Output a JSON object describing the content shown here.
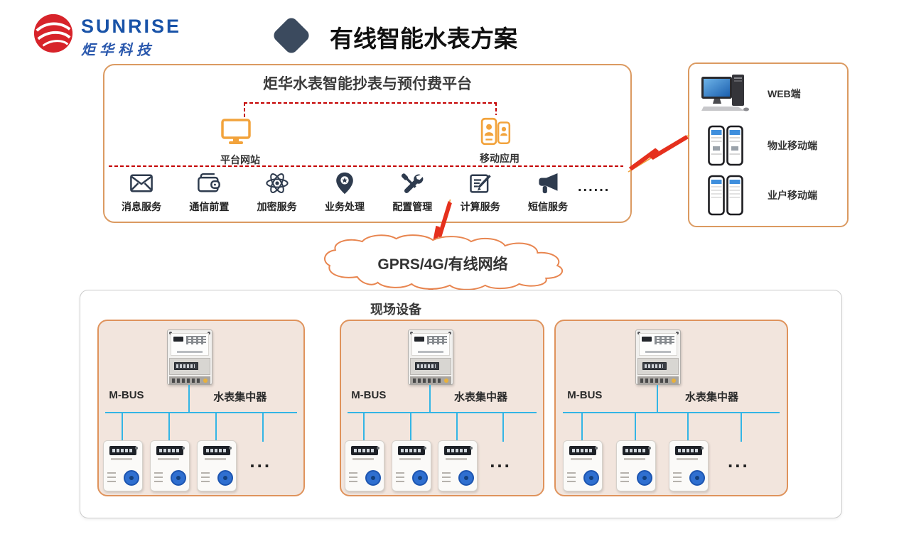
{
  "header": {
    "brand": "SUNRISE",
    "brand_sub": "炬华科技",
    "title": "有线智能水表方案"
  },
  "platform": {
    "title": "炬华水表智能抄表与预付费平台",
    "nodes": [
      {
        "label": "平台网站",
        "icon": "monitor-icon"
      },
      {
        "label": "移动应用",
        "icon": "mobile-app-icon"
      }
    ],
    "services": [
      {
        "label": "消息服务",
        "icon": "envelope-icon"
      },
      {
        "label": "通信前置",
        "icon": "wallet-icon"
      },
      {
        "label": "加密服务",
        "icon": "atom-icon"
      },
      {
        "label": "业务处理",
        "icon": "map-pin-icon"
      },
      {
        "label": "配置管理",
        "icon": "tools-icon"
      },
      {
        "label": "计算服务",
        "icon": "document-pen-icon"
      },
      {
        "label": "短信服务",
        "icon": "megaphone-icon"
      }
    ],
    "services_ellipsis": "......"
  },
  "clients": {
    "items": [
      {
        "label": "WEB端",
        "icon": "desktop-computer"
      },
      {
        "label": "物业移动端",
        "icon": "dual-phones"
      },
      {
        "label": "业户移动端",
        "icon": "dual-phones"
      }
    ]
  },
  "network": {
    "cloud_label": "GPRS/4G/有线网络"
  },
  "field": {
    "title": "现场设备",
    "groups": [
      {
        "bus_label": "M-BUS",
        "device_label": "水表集中器",
        "ellipsis": "..."
      },
      {
        "bus_label": "M-BUS",
        "device_label": "水表集中器",
        "ellipsis": "..."
      },
      {
        "bus_label": "M-BUS",
        "device_label": "水表集中器",
        "ellipsis": "..."
      }
    ]
  },
  "colors": {
    "accent_orange_border": "#db9a61",
    "group_bg": "#f2e5dd",
    "group_border": "#df935c",
    "dashed_red": "#c40000",
    "bus_cyan": "#33b5e5",
    "icon_navy": "#2e3b4e",
    "diamond_navy": "#3b4a5e",
    "logo_red": "#d7232a",
    "logo_blue": "#1953a8",
    "lightning_red": "#e5301d",
    "cloud_outline": "#e8854f",
    "platform_icon_gold": "#f2a33c"
  }
}
